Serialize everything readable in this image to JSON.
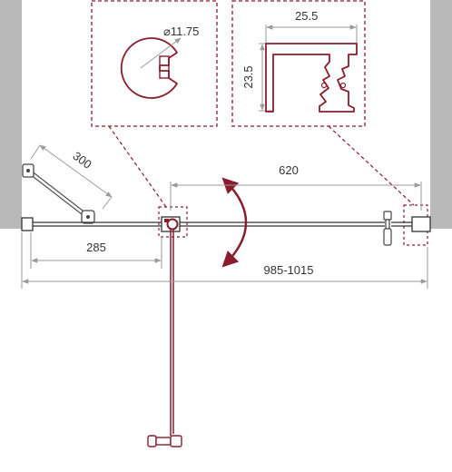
{
  "colors": {
    "accent": "#8b1c2e",
    "wall": "#b9b9b9",
    "line": "#222222",
    "dimension": "#9a9a9a"
  },
  "labels": {
    "diameter": "⌀11.75",
    "profile_width": "25.5",
    "profile_height": "23.5",
    "strut_length": "300",
    "door_width": "620",
    "fixed_panel_width": "285",
    "total_width": "985-1015"
  },
  "icons": {
    "swing_arrow": "curved-double-arrow-icon",
    "door_handle": "handle-icon"
  }
}
